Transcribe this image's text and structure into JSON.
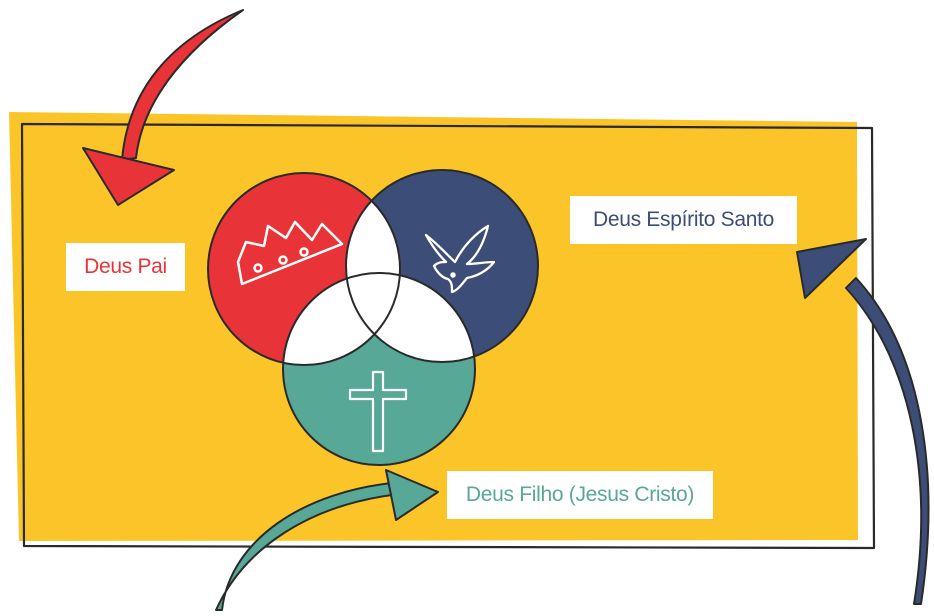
{
  "labels": {
    "pai": "Deus Pai",
    "espirito_santo": "Deus Espírito Santo",
    "filho": "Deus Filho (Jesus Cristo)"
  },
  "colors": {
    "background_panel": "#fbc52a",
    "pai": "#e83438",
    "espirito_santo": "#3c4e78",
    "filho": "#57a896",
    "overlap": "#ffffff",
    "outline": "#2a2a2a"
  },
  "icons": {
    "pai": "crown-icon",
    "espirito_santo": "dove-icon",
    "filho": "cross-icon"
  }
}
